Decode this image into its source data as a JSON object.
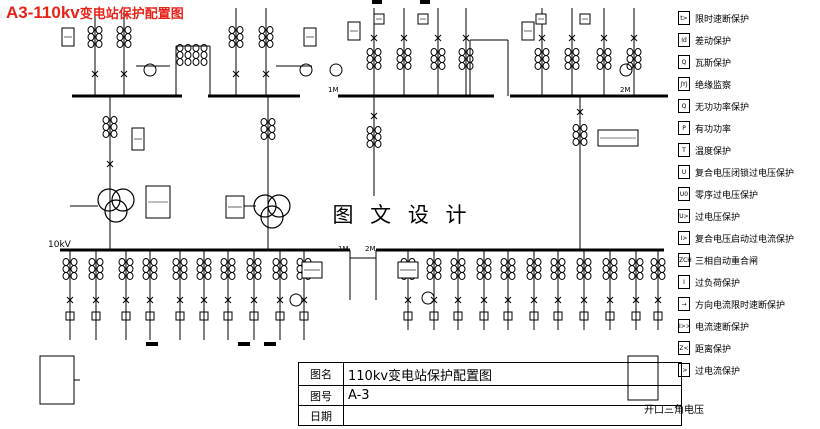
{
  "title": {
    "prefix": "A3-110kv",
    "suffix": "变电站保护配置图"
  },
  "overlay_text": "图 文 设 计",
  "bus_labels": {
    "kv10": "10kV",
    "m1_top": "1M",
    "m2_top": "2M",
    "m1_low": "1M",
    "m2_low": "2M"
  },
  "pt_label": "开口三角电压",
  "legend": [
    {
      "label": "限时速断保护",
      "code": "t>"
    },
    {
      "label": "差动保护",
      "code": "Id"
    },
    {
      "label": "瓦斯保护",
      "code": "Q"
    },
    {
      "label": "绝缘监察",
      "code": "JYJ"
    },
    {
      "label": "无功功率保护",
      "code": "Q"
    },
    {
      "label": "有功功率",
      "code": "P"
    },
    {
      "label": "温度保护",
      "code": "T"
    },
    {
      "label": "复合电压闭锁过电压保护",
      "code": "U"
    },
    {
      "label": "零序过电压保护",
      "code": "U0"
    },
    {
      "label": "过电压保护",
      "code": "U>"
    },
    {
      "label": "复合电压启动过电流保护",
      "code": "I>"
    },
    {
      "label": "三相自动重合闸",
      "code": "ZCH"
    },
    {
      "label": "过负荷保护",
      "code": "I"
    },
    {
      "label": "方向电流限时速断保护",
      "code": "→"
    },
    {
      "label": "电流速断保护",
      "code": "I>>"
    },
    {
      "label": "距离保护",
      "code": "Z<"
    },
    {
      "label": "过电流保护",
      "code": "I>"
    }
  ],
  "title_block": {
    "name_key": "图名",
    "name_value": "110kv变电站保护配置图",
    "no_key": "图号",
    "no_value": "A-3",
    "date_key": "日期",
    "date_value": ""
  }
}
